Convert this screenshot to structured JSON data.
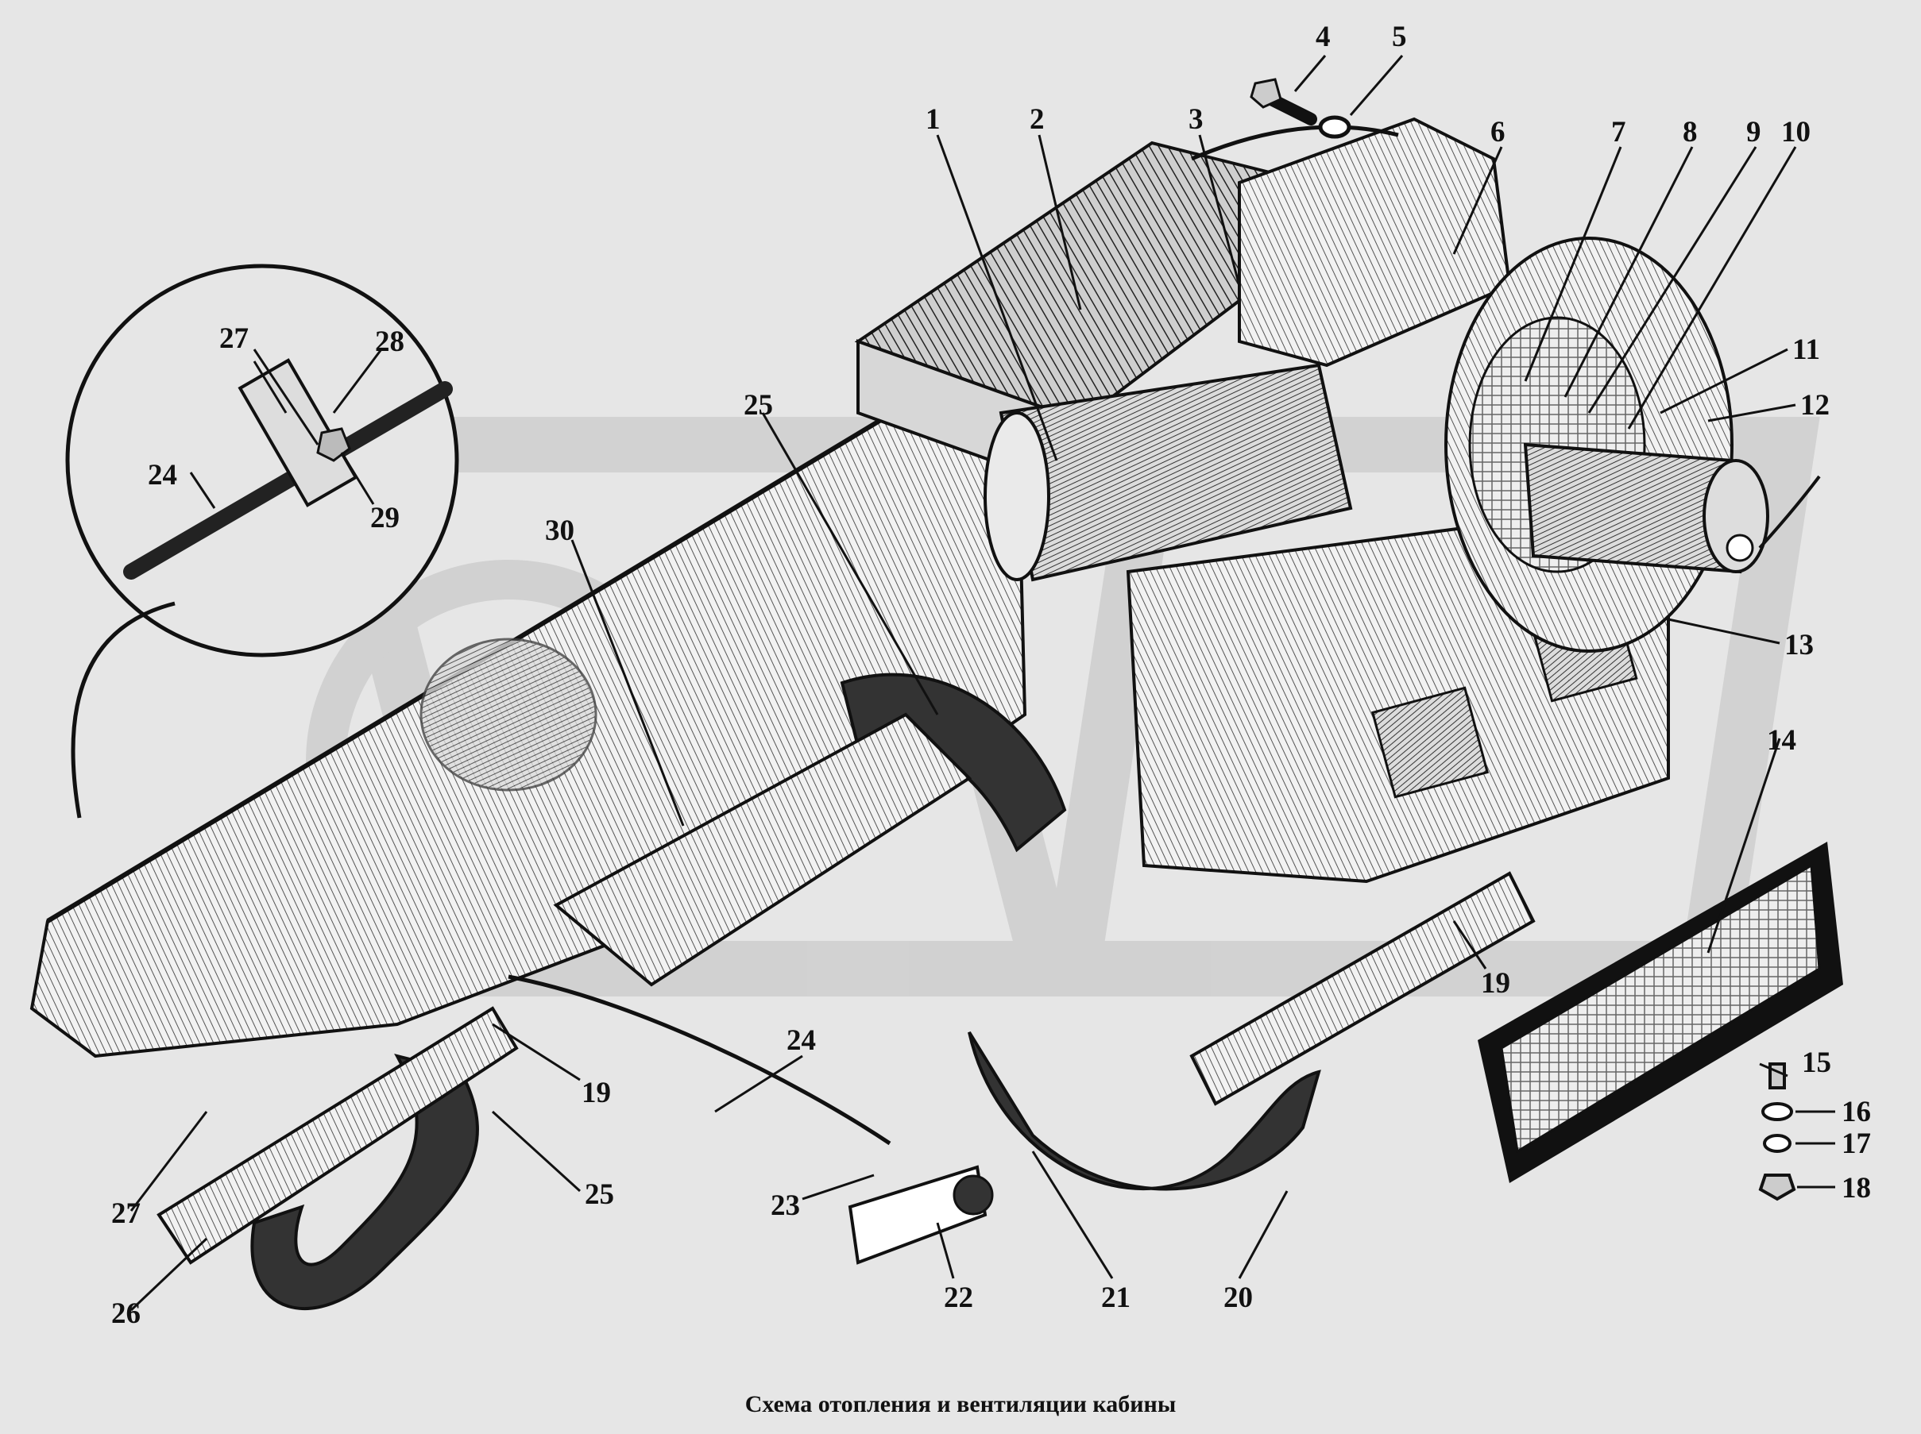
{
  "diagram": {
    "caption": "Схема отопления и вентиляции кабины",
    "colors": {
      "background": "#e6e6e6",
      "ink": "#111111",
      "watermark": "#cfcfcf"
    },
    "callouts": [
      {
        "id": "1",
        "label": "1"
      },
      {
        "id": "2",
        "label": "2"
      },
      {
        "id": "3",
        "label": "3"
      },
      {
        "id": "4",
        "label": "4"
      },
      {
        "id": "5",
        "label": "5"
      },
      {
        "id": "6",
        "label": "6"
      },
      {
        "id": "7",
        "label": "7"
      },
      {
        "id": "8",
        "label": "8"
      },
      {
        "id": "9",
        "label": "9"
      },
      {
        "id": "10",
        "label": "10"
      },
      {
        "id": "11",
        "label": "11"
      },
      {
        "id": "12",
        "label": "12"
      },
      {
        "id": "13",
        "label": "13"
      },
      {
        "id": "14",
        "label": "14"
      },
      {
        "id": "15",
        "label": "15"
      },
      {
        "id": "16",
        "label": "16"
      },
      {
        "id": "17",
        "label": "17"
      },
      {
        "id": "18",
        "label": "18"
      },
      {
        "id": "19a",
        "label": "19"
      },
      {
        "id": "19b",
        "label": "19"
      },
      {
        "id": "20",
        "label": "20"
      },
      {
        "id": "21",
        "label": "21"
      },
      {
        "id": "22",
        "label": "22"
      },
      {
        "id": "23",
        "label": "23"
      },
      {
        "id": "24a",
        "label": "24"
      },
      {
        "id": "24b",
        "label": "24"
      },
      {
        "id": "25a",
        "label": "25"
      },
      {
        "id": "25b",
        "label": "25"
      },
      {
        "id": "26",
        "label": "26"
      },
      {
        "id": "27a",
        "label": "27"
      },
      {
        "id": "27b",
        "label": "27"
      },
      {
        "id": "28",
        "label": "28"
      },
      {
        "id": "29",
        "label": "29"
      },
      {
        "id": "30",
        "label": "30"
      }
    ]
  }
}
